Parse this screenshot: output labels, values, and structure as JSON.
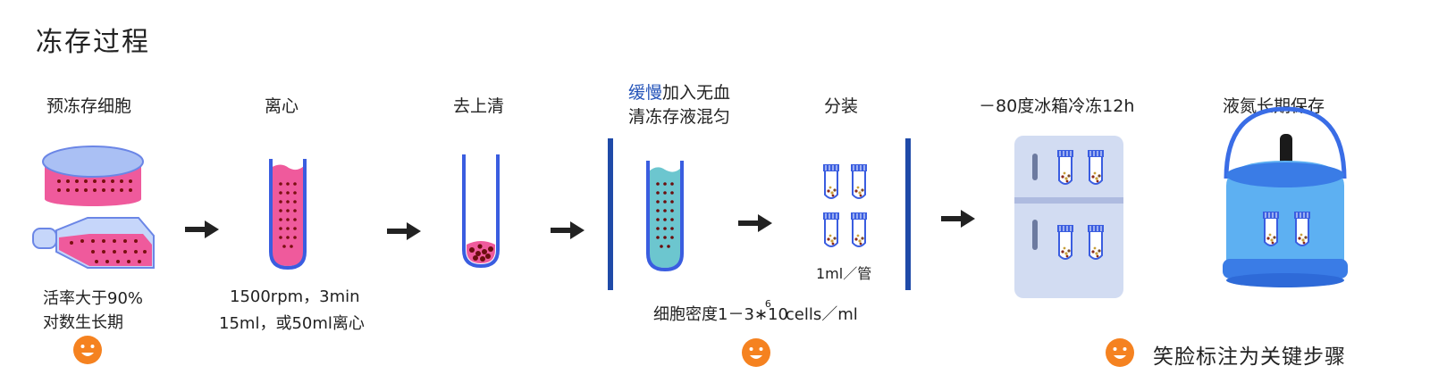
{
  "title": "冻存过程",
  "steps": [
    {
      "label": "预冻存细胞",
      "notes": [
        "活率大于90%",
        "对数生长期"
      ]
    },
    {
      "label": "离心",
      "notes": [
        "1500rpm，3min",
        "15ml，或50ml离心"
      ]
    },
    {
      "label": "去上清"
    },
    {
      "label_highlight": "缓慢",
      "label_rest": "加入无血",
      "label_line2": "清冻存液混匀"
    },
    {
      "label": "分装",
      "notes": [
        "1ml／管"
      ]
    },
    {
      "label": "－80度冰箱冷冻12h"
    },
    {
      "label": "液氮长期保存"
    }
  ],
  "density": {
    "prefix": "细胞密度1－3∗10",
    "exponent": "6",
    "suffix": "cells／ml"
  },
  "legend": {
    "text": "笑脸标注为关键步骤",
    "icon": "smiley-icon"
  },
  "colors": {
    "accent_blue": "#2252b8",
    "pink": "#e9559a",
    "teal": "#6cc6cf",
    "orange": "#f58220",
    "dark_red": "#6b0e0e"
  }
}
